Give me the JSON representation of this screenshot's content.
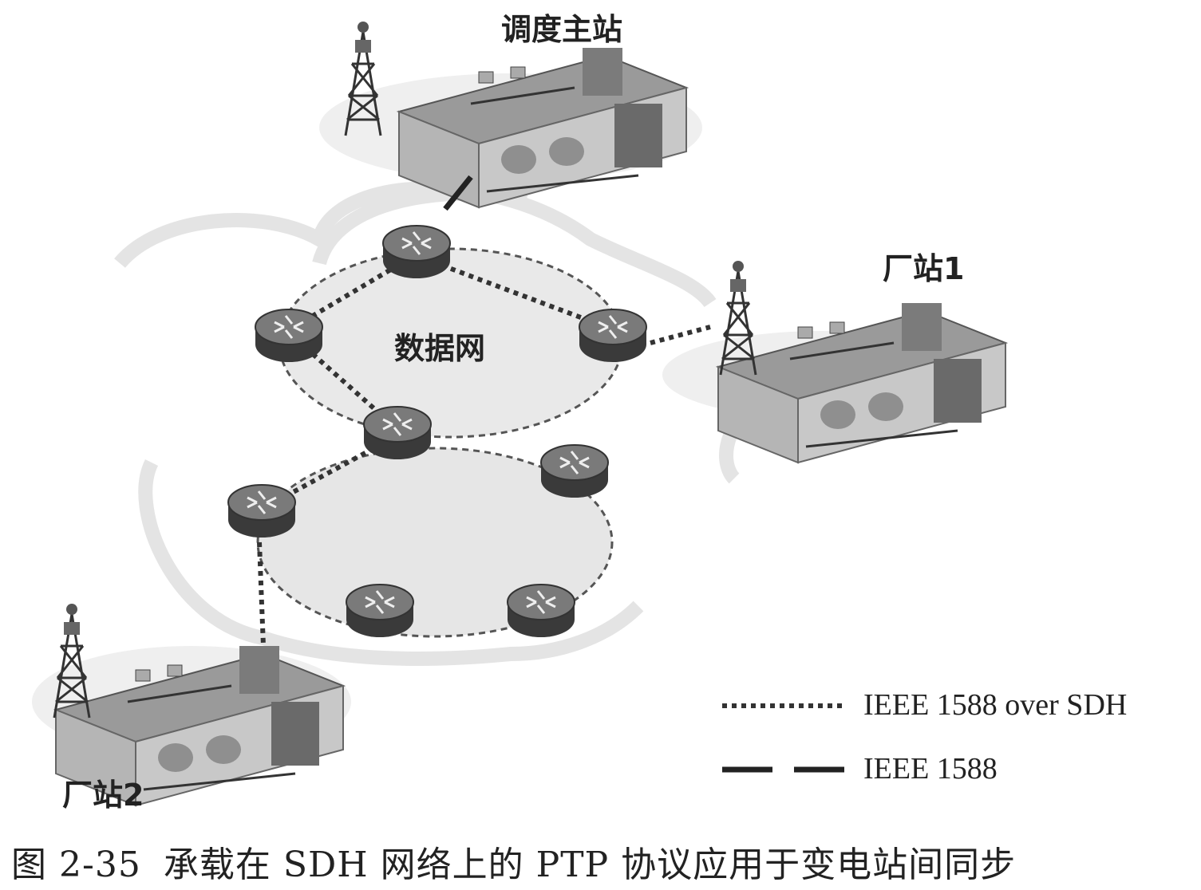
{
  "sites": {
    "master": "调度主站",
    "plant1": "厂站1",
    "plant2": "厂站2"
  },
  "network_label": "数据网",
  "legend": {
    "dotted_label": "IEEE 1588 over SDH",
    "solid_label": "IEEE 1588"
  },
  "caption": {
    "figure_number": "图 2-35",
    "text": "承载在 SDH 网络上的 PTP 协议应用于变电站间同步"
  }
}
